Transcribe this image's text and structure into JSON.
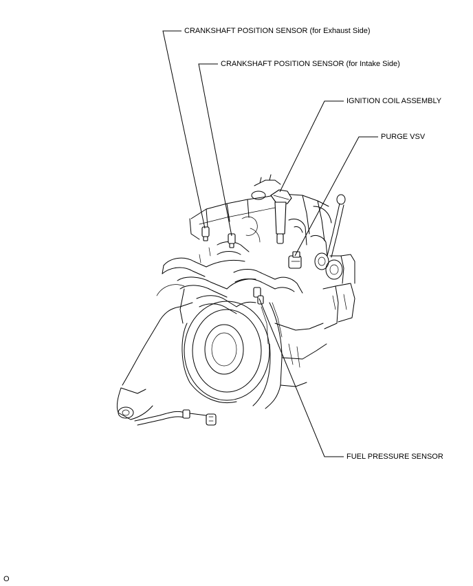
{
  "callouts": {
    "crankshaft_exhaust": "CRANKSHAFT POSITION SENSOR (for Exhaust Side)",
    "crankshaft_intake": "CRANKSHAFT POSITION SENSOR (for Intake Side)",
    "ignition_coil": "IGNITION COIL ASSEMBLY",
    "purge_vsv": "PURGE VSV",
    "fuel_pressure": "FUEL PRESSURE SENSOR"
  },
  "figure_id": "O"
}
